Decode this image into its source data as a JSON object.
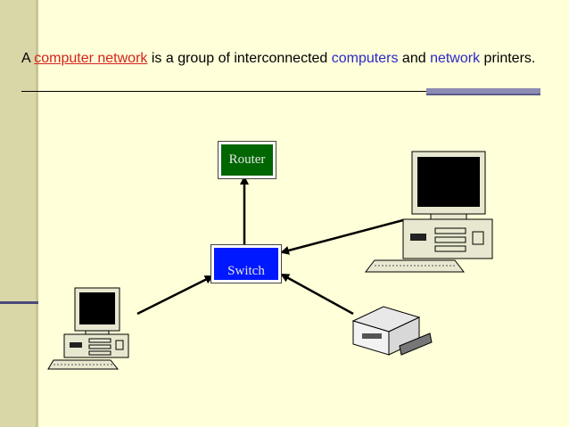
{
  "slide": {
    "text_a": "A ",
    "text_computer_network": "computer network",
    "text_mid": " is a group of interconnected ",
    "text_computers": "computers",
    "text_and": " and ",
    "text_network": "network",
    "text_printers": " printers."
  },
  "diagram": {
    "router_label": "Router",
    "switch_label": "Switch"
  },
  "colors": {
    "router": "#006600",
    "switch": "#0018ff",
    "highlight_red": "#d4231c",
    "highlight_blue": "#2a28c8",
    "background": "#ffffd9"
  }
}
